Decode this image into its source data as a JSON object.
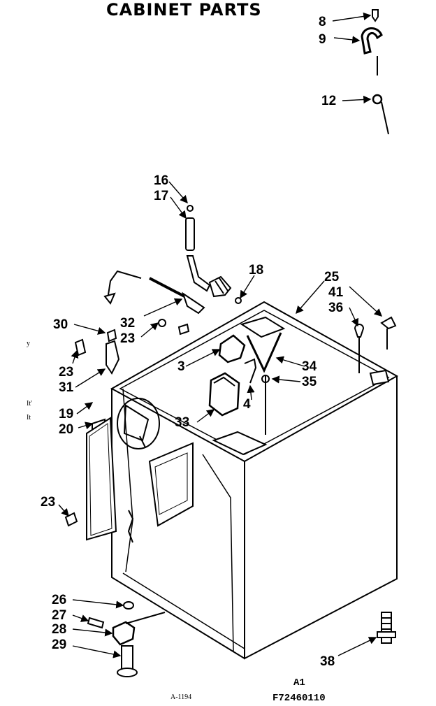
{
  "title": "CABINET PARTS",
  "callouts": {
    "c8": "8",
    "c9": "9",
    "c12": "12",
    "c16": "16",
    "c17": "17",
    "c18": "18",
    "c25": "25",
    "c41": "41",
    "c36": "36",
    "c30": "30",
    "c32": "32",
    "c23a": "23",
    "c23b": "23",
    "c23c": "23",
    "c31": "31",
    "c3": "3",
    "c34": "34",
    "c35": "35",
    "c4": "4",
    "c19": "19",
    "c20": "20",
    "c33": "33",
    "c26": "26",
    "c27": "27",
    "c28": "28",
    "c29": "29",
    "c38": "38"
  },
  "margin_marks": {
    "m1": "y",
    "m2": "It'",
    "m3": "It"
  },
  "footer": {
    "code": "A-1194",
    "rev": "A1",
    "part_no": "F72460110"
  }
}
